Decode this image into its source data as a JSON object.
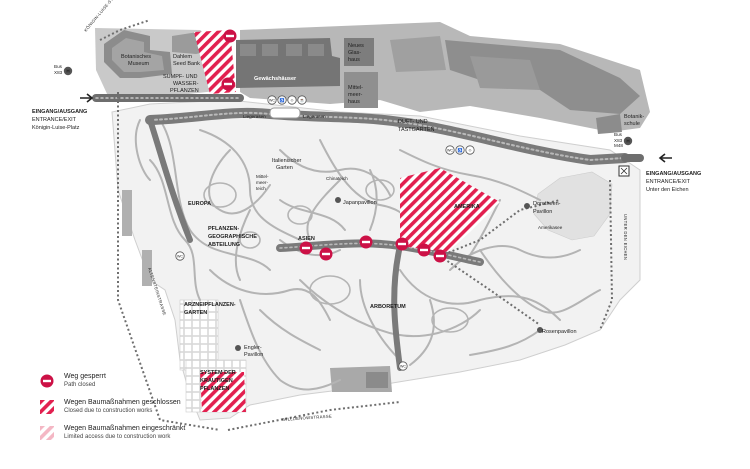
{
  "colors": {
    "closed_red": "#cc1146",
    "construction_red": "#e2204f",
    "limited_pink": "#f4b7c4",
    "building_gray": "#8c8c8c",
    "road_gray": "#7a7a7a",
    "path_line": "#b4b4b4",
    "area_light": "#e3e3e3"
  },
  "icons": [
    "closed-path-icon",
    "bus-stop-icon",
    "toilet-icon",
    "wheelchair-icon",
    "baby-care-icon",
    "cafe-icon",
    "entrance-arrow-icon",
    "turnstile-icon"
  ],
  "streets": {
    "koenigin_luise_str": "KÖNIGIN-LUISE-STR.",
    "altensteinstrasse": "ALTENSTEINSTRASSE",
    "willdenowstrasse": "WILLDENOWSTRASSE",
    "unter_den_eichen": "UNTER DEN EICHEN"
  },
  "bus_left": {
    "label": "Bus",
    "lines": "X83",
    "stop": "H"
  },
  "bus_right": {
    "label": "Bus",
    "lines": "X83\nM48",
    "stop": "H"
  },
  "entrance_left": {
    "title": "EINGANG/AUSGANG",
    "subtitle": "ENTRANCE/EXIT",
    "place": "Königin-Luise-Platz"
  },
  "entrance_right": {
    "title": "EINGANG/AUSGANG",
    "subtitle": "ENTRANCE/EXIT",
    "place": "Unter den Eichen"
  },
  "buildings": {
    "museum_1": "Botanisches",
    "museum_2": "Museum",
    "seedbank_1": "Dahlem",
    "seedbank_2": "Seed Bank",
    "glasshouses": "Gewächshäuser",
    "neues_1": "Neues",
    "neues_2": "Glas-",
    "neues_3": "haus",
    "mittelmeer_1": "Mittel-",
    "mittelmeer_2": "meer-",
    "mittelmeer_3": "haus",
    "schule_1": "Botanik-",
    "schule_2": "schule"
  },
  "areas": {
    "sumpf_1": "SUMPF- UND",
    "sumpf_2": "WASSER-",
    "sumpf_3": "PFLANZEN",
    "duft_1": "DUFT- UND",
    "duft_2": "TASTGARTEN",
    "liegerasen_left": "Liegerasen",
    "liegerasen_right": "Liegerasen",
    "ital_1": "Italienischer",
    "ital_2": "Garten",
    "mteich_1": "Mittel-",
    "mteich_2": "meer-",
    "mteich_3": "teich",
    "chinateich": "Chinateich",
    "europa": "EUROPA",
    "japan": "Japanpavillon",
    "amerika": "AMERIKA",
    "dorothea_1": "Dorotheen-",
    "dorothea_2": "Pavillon",
    "amerikasee": "Amerikasee",
    "pflanzen_1": "PFLANZEN-",
    "pflanzen_2": "GEOGRAPHISCHE",
    "pflanzen_3": "ABTEILUNG",
    "asien": "ASIEN",
    "arznei_1": "ARZNEIPFLANZEN-",
    "arznei_2": "GARTEN",
    "arboretum": "ARBORETUM",
    "rosen": "Rosenpavillon",
    "engler_1": "Engler-",
    "engler_2": "Pavillon",
    "system_1": "SYSTEM DER",
    "system_2": "KRAUTIGEN",
    "system_3": "PFLANZEN"
  },
  "legend": [
    {
      "symbol": "closed-path",
      "de": "Weg gesperrt",
      "en": "Path closed"
    },
    {
      "symbol": "construction-closed",
      "de": "Wegen Baumaßnahmen geschlossen",
      "en": "Closed due to construction works"
    },
    {
      "symbol": "limited-access",
      "de": "Wegen Baumaßnahmen eingeschränkt",
      "en": "Limited access due to construction work"
    }
  ]
}
